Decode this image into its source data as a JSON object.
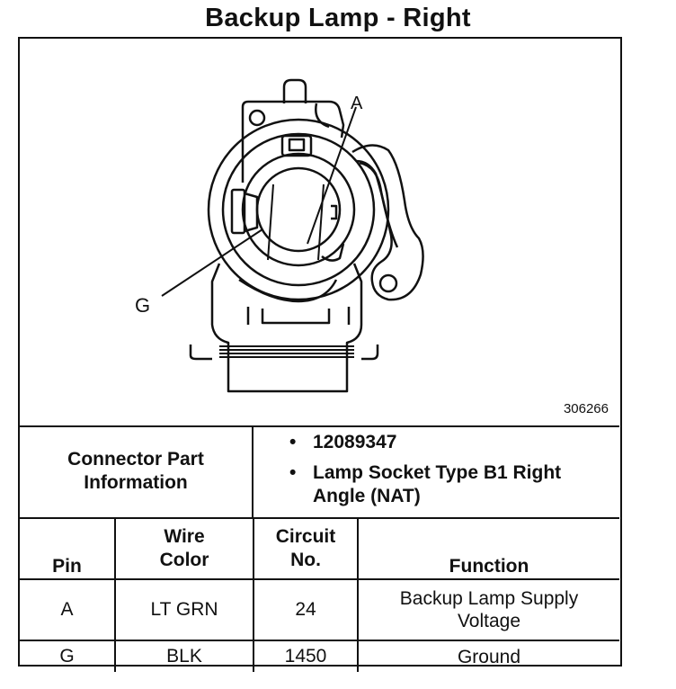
{
  "title": "Backup Lamp - Right",
  "figure": {
    "id": "306266",
    "callouts": [
      "A",
      "G"
    ]
  },
  "connector": {
    "label_line1": "Connector Part",
    "label_line2": "Information",
    "items": [
      {
        "text": "12089347"
      },
      {
        "text_line1": "Lamp Socket Type B1 Right",
        "text_line2": "Angle (NAT)"
      }
    ]
  },
  "table": {
    "headers": {
      "pin": "Pin",
      "wire_line1": "Wire",
      "wire_line2": "Color",
      "circuit_line1": "Circuit",
      "circuit_line2": "No.",
      "function": "Function"
    },
    "rows": [
      {
        "pin": "A",
        "wire": "LT GRN",
        "circuit": "24",
        "function_line1": "Backup Lamp Supply",
        "function_line2": "Voltage"
      },
      {
        "pin": "G",
        "wire": "BLK",
        "circuit": "1450",
        "function_line1": "Ground",
        "function_line2": ""
      }
    ]
  }
}
